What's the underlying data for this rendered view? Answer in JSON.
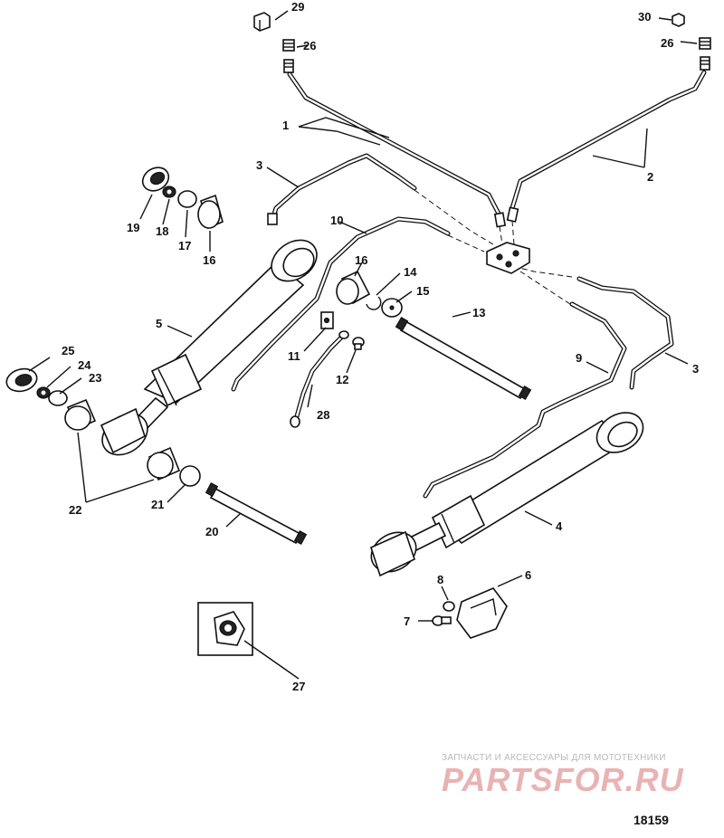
{
  "callouts": {
    "c1": "1",
    "c2": "2",
    "c3a": "3",
    "c3b": "3",
    "c4": "4",
    "c5": "5",
    "c6": "6",
    "c7": "7",
    "c8": "8",
    "c9": "9",
    "c10": "10",
    "c11": "11",
    "c12": "12",
    "c13": "13",
    "c14": "14",
    "c15": "15",
    "c16a": "16",
    "c16b": "16",
    "c17": "17",
    "c18": "18",
    "c19": "19",
    "c20": "20",
    "c21": "21",
    "c22": "22",
    "c23": "23",
    "c24": "24",
    "c25": "25",
    "c26a": "26",
    "c26b": "26",
    "c27": "27",
    "c28": "28",
    "c29": "29",
    "c30": "30"
  },
  "watermark": {
    "caption": "ЗАПЧАСТИ И АКСЕССУАРЫ ДЛЯ МОТОТЕХНИКИ",
    "brand": "PARTSFOR.RU"
  },
  "figure_id": "18159"
}
